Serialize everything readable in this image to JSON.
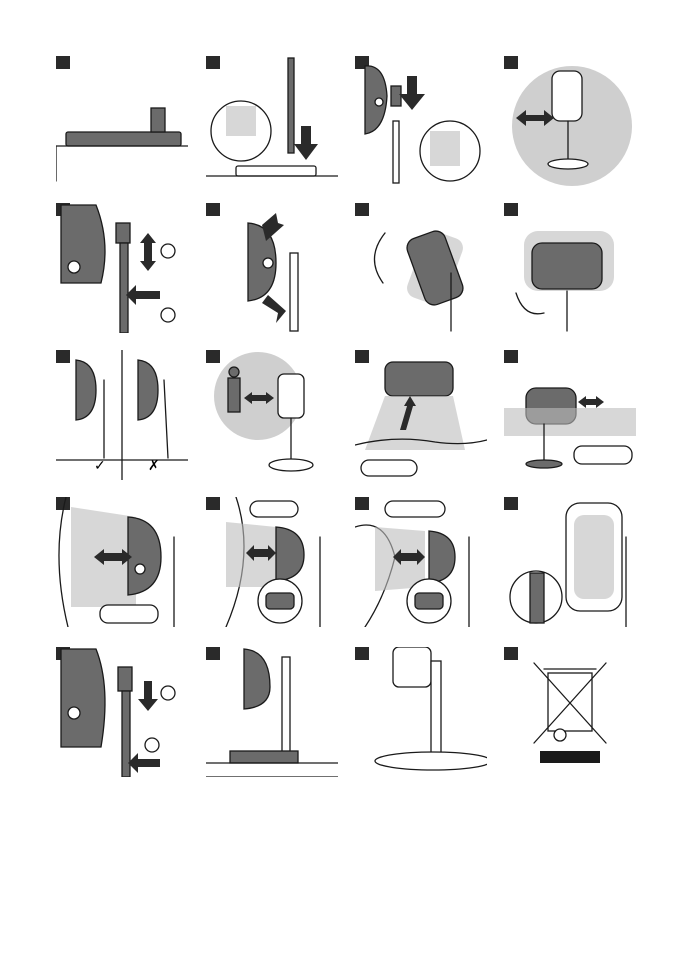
{
  "page": {
    "title": ""
  },
  "panels": [
    {
      "id": 1,
      "badge": ""
    },
    {
      "id": 2,
      "badge": ""
    },
    {
      "id": 3,
      "badge": ""
    },
    {
      "id": 4,
      "badge": ""
    },
    {
      "id": 5,
      "badge": ""
    },
    {
      "id": 6,
      "badge": ""
    },
    {
      "id": 7,
      "badge": ""
    },
    {
      "id": 8,
      "badge": ""
    },
    {
      "id": 9,
      "badge": ""
    },
    {
      "id": 10,
      "badge": ""
    },
    {
      "id": 11,
      "badge": ""
    },
    {
      "id": 12,
      "badge": ""
    },
    {
      "id": 13,
      "badge": ""
    },
    {
      "id": 14,
      "badge": ""
    },
    {
      "id": 15,
      "badge": ""
    },
    {
      "id": 16,
      "badge": ""
    },
    {
      "id": 17,
      "badge": ""
    },
    {
      "id": 18,
      "badge": ""
    },
    {
      "id": 19,
      "badge": ""
    },
    {
      "id": 20,
      "badge": ""
    }
  ],
  "icons": {
    "check": "check-mark-icon",
    "cross": "cross-mark-icon",
    "weee": "crossed-out-wheelie-bin-icon"
  },
  "colors": {
    "device": "#6b6b6b",
    "ink": "#1a1a1a",
    "badge": "#2a2a2a",
    "highlight": "#bdbdbd"
  }
}
